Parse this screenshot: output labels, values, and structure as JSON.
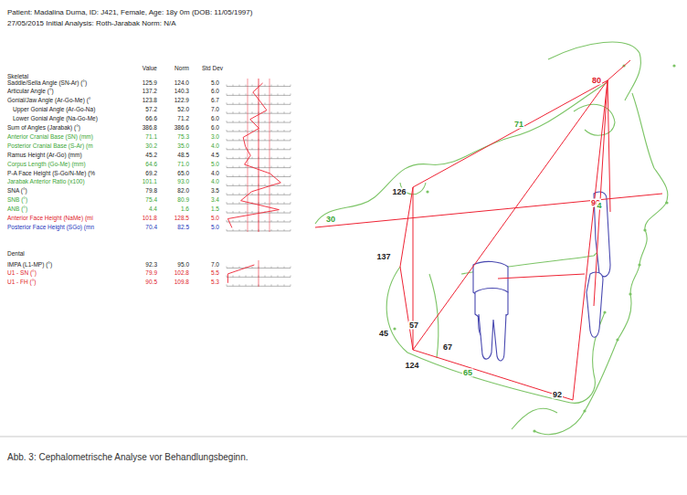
{
  "diagram": {
    "caption": "Abb. 3: Cephalometrische Analyse vor Behandlungsbeginn.",
    "labels": [
      "Patient: Madalina Duma, ID: J421, Female, Age: 18y 0m (DOB: 11/05/1997)",
      "27/05/2015 Initial    Analysis: Roth-Jarabak    Norm: N/A",
      "Value",
      "Norm",
      "Std Dev",
      "Skeletal",
      "Saddle/Sella Angle (SN-Ar) (°)",
      "125.9",
      "124.0",
      "5.0",
      "Articular Angle (°)",
      "137.2",
      "140.3",
      "6.0",
      "Gonial/Jaw Angle (Ar-Go-Me) (°",
      "123.8",
      "122.9",
      "6.7",
      "Upper Gonial Angle (Ar-Go-Na)",
      "57.2",
      "52.0",
      "7.0",
      "Lower Gonial Angle (Na-Go-Me)",
      "66.6",
      "71.2",
      "6.0",
      "Sum of Angles (Jarabak) (°)",
      "386.8",
      "386.6",
      "6.0",
      "Anterior Cranial Base (SN) (mm)",
      "71.1",
      "75.3",
      "3.0",
      "Posterior Cranial Base (S-Ar) (m",
      "30.2",
      "35.0",
      "4.0",
      "Ramus Height (Ar-Go) (mm)",
      "45.2",
      "48.5",
      "4.5",
      "Corpus Length (Go-Me) (mm)",
      "64.6",
      "71.0",
      "5.0",
      "P-A Face Height (S-Go/N-Me) (%",
      "69.2",
      "65.0",
      "4.0",
      "Jarabak Anterior Ratio (x100)",
      "101.1",
      "93.0",
      "4.0",
      "SNA (°)",
      "79.8",
      "82.0",
      "3.5",
      "SNB (°)",
      "75.4",
      "80.9",
      "3.4",
      "ANB (°)",
      "4.4",
      "1.6",
      "1.5",
      "Anterior Face Height (NaMe) (mi",
      "101.8",
      "128.5",
      "5.0",
      "Posterior Face Height (SGo) (mn",
      "70.4",
      "82.5",
      "5.0",
      "Dental",
      "IMPA (L1-MP) (°)",
      "92.3",
      "95.0",
      "7.0",
      "U1 - SN (°)",
      "79.9",
      "102.8",
      "5.5",
      "U1 - FH (°)",
      "90.5",
      "109.8",
      "5.3",
      "71",
      "80",
      "126",
      "30",
      "90",
      "137",
      "45",
      "57",
      "67",
      "124",
      "65",
      "92",
      "4"
    ]
  }
}
